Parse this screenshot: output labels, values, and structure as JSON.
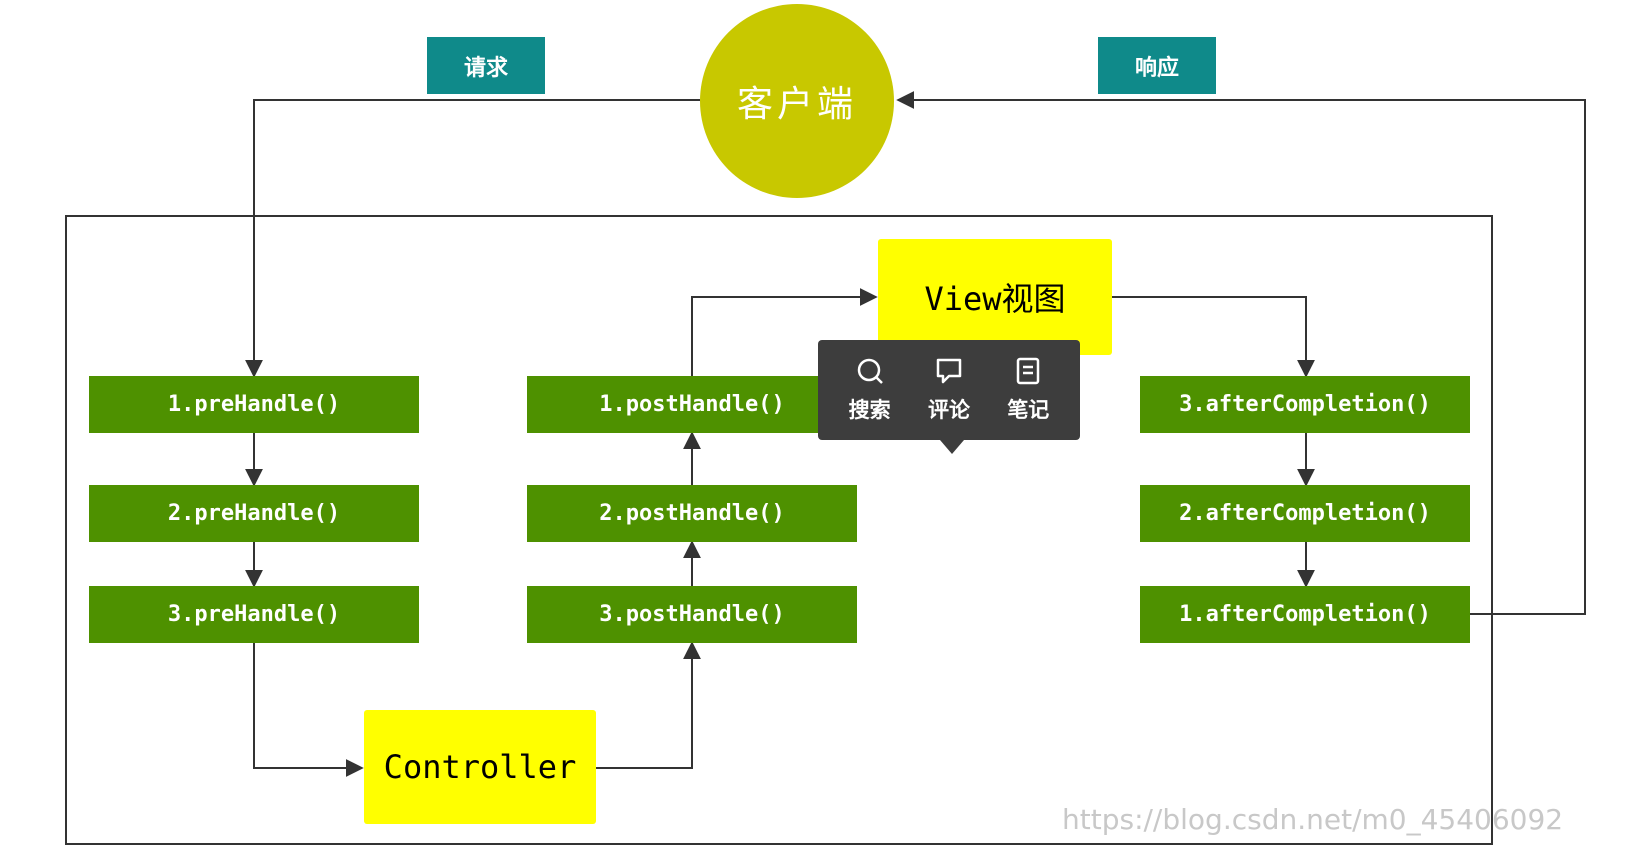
{
  "client": {
    "label": "客户端"
  },
  "request_label": "请求",
  "response_label": "响应",
  "prehandle": [
    "1.preHandle()",
    "2.preHandle()",
    "3.preHandle()"
  ],
  "posthandle": [
    "1.postHandle()",
    "2.postHandle()",
    "3.postHandle()"
  ],
  "aftercompletion": [
    "3.afterCompletion()",
    "2.afterCompletion()",
    "1.afterCompletion()"
  ],
  "controller": "Controller",
  "view": "View视图",
  "toolbar": {
    "items": [
      {
        "label": "搜索",
        "icon": "search-icon"
      },
      {
        "label": "评论",
        "icon": "comment-icon"
      },
      {
        "label": "笔记",
        "icon": "note-icon"
      }
    ]
  },
  "watermark": "https://blog.csdn.net/m0_45406092",
  "colors": {
    "node_green": "#4e9100",
    "node_yellow": "#ffff00",
    "client_circle": "#c8c800",
    "label_teal": "#0f8a8a",
    "popup_bg": "#3d3d3d"
  }
}
